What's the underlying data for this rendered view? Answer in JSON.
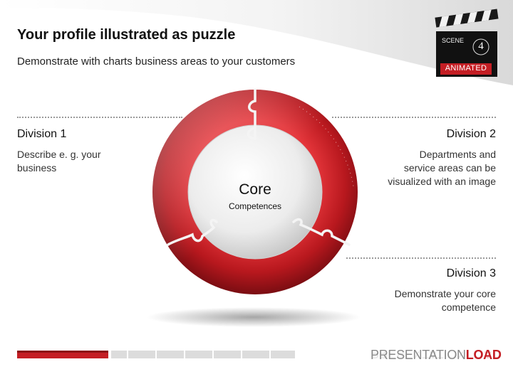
{
  "header": {
    "title": "Your profile illustrated as puzzle",
    "subtitle": "Demonstrate with charts business areas to your customers"
  },
  "clapperboard": {
    "scene_label": "SCENE",
    "scene_number": "4",
    "status_label": "ANIMATED"
  },
  "divisions": [
    {
      "heading": "Division 1",
      "description_lines": [
        "Describe e. g. your",
        "business"
      ]
    },
    {
      "heading": "Division 2",
      "description_lines": [
        "Departments and",
        "service areas can be",
        "visualized with an image"
      ]
    },
    {
      "heading": "Division 3",
      "description_lines": [
        "Demonstrate your core",
        "competence"
      ]
    }
  ],
  "core": {
    "title": "Core",
    "subtitle": "Competences"
  },
  "footer": {
    "brand_part1": "PRESENTATION",
    "brand_part2": "LOAD"
  },
  "colors": {
    "accent_red": "#c41e24",
    "dark_red": "#8c1116",
    "core_grey": "#e6e6e6"
  }
}
